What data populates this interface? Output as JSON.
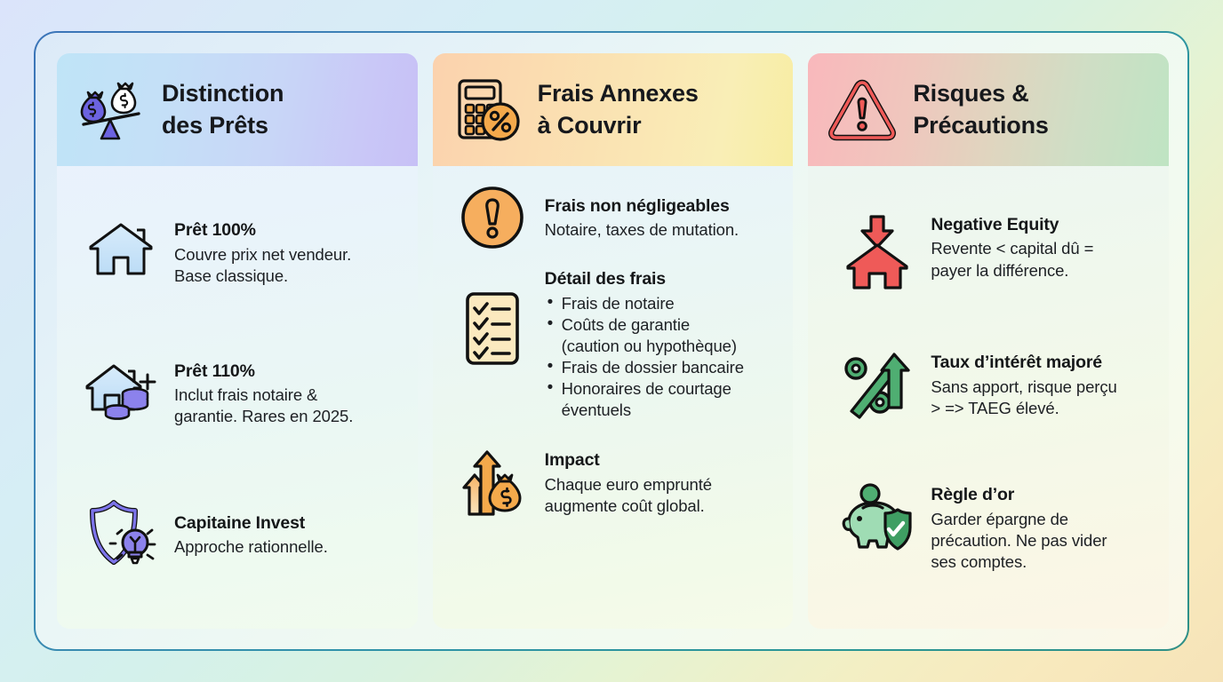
{
  "theme": {
    "border_gradient_from": "#3b74b8",
    "border_gradient_to": "#2f8f86",
    "text_color": "#151719",
    "accent_blue": "#6c63e0",
    "accent_orange": "#f4a94b",
    "accent_red": "#ef5a58",
    "accent_green": "#4fae72"
  },
  "columns": [
    {
      "id": "distinction-des-prets",
      "header": {
        "icon": "money-bags-balance-scale-icon",
        "title_line1": "Distinction",
        "title_line2": "des Prêts"
      },
      "items": [
        {
          "icon": "house-icon",
          "title": "Prêt 100%",
          "desc_lines": [
            "Couvre prix net vendeur.",
            "Base classique."
          ]
        },
        {
          "icon": "house-plus-coins-icon",
          "title": "Prêt 110%",
          "desc_lines": [
            "Inclut frais notaire &",
            "garantie. Rares en 2025."
          ]
        },
        {
          "icon": "shield-lightbulb-icon",
          "title": "Capitaine Invest",
          "desc_lines": [
            "Approche rationnelle."
          ]
        }
      ]
    },
    {
      "id": "frais-annexes-a-couvrir",
      "header": {
        "icon": "calculator-percent-icon",
        "title_line1": "Frais Annexes",
        "title_line2": "à Couvrir"
      },
      "items": [
        {
          "icon": "exclamation-circle-icon",
          "title": "Frais non négligeables",
          "desc_lines": [
            "Notaire, taxes de mutation."
          ]
        },
        {
          "icon": "checklist-icon",
          "title": "Détail des frais",
          "bullets": [
            {
              "line1": "Frais de notaire",
              "line2": ""
            },
            {
              "line1": "Coûts de garantie",
              "line2": "(caution ou hypothèque)"
            },
            {
              "line1": "Frais de dossier bancaire",
              "line2": ""
            },
            {
              "line1": "Honoraires de courtage",
              "line2": "éventuels"
            }
          ]
        },
        {
          "icon": "arrows-up-money-bag-icon",
          "title": "Impact",
          "desc_lines": [
            "Chaque euro emprunté",
            "augmente coût global."
          ]
        }
      ]
    },
    {
      "id": "risques-et-precautions",
      "header": {
        "icon": "warning-triangle-icon",
        "title_line1": "Risques &",
        "title_line2": "Précautions"
      },
      "items": [
        {
          "icon": "house-down-arrow-icon",
          "title": "Negative Equity",
          "desc_lines": [
            "Revente < capital dû =",
            "payer la différence."
          ]
        },
        {
          "icon": "percent-up-arrow-icon",
          "title": "Taux d’intérêt majoré",
          "desc_lines": [
            "Sans apport, risque perçu",
            "> => TAEG élevé."
          ]
        },
        {
          "icon": "piggy-bank-shield-icon",
          "title": "Règle d’or",
          "desc_lines": [
            "Garder épargne de",
            "précaution. Ne pas vider",
            "ses comptes."
          ]
        }
      ]
    }
  ]
}
